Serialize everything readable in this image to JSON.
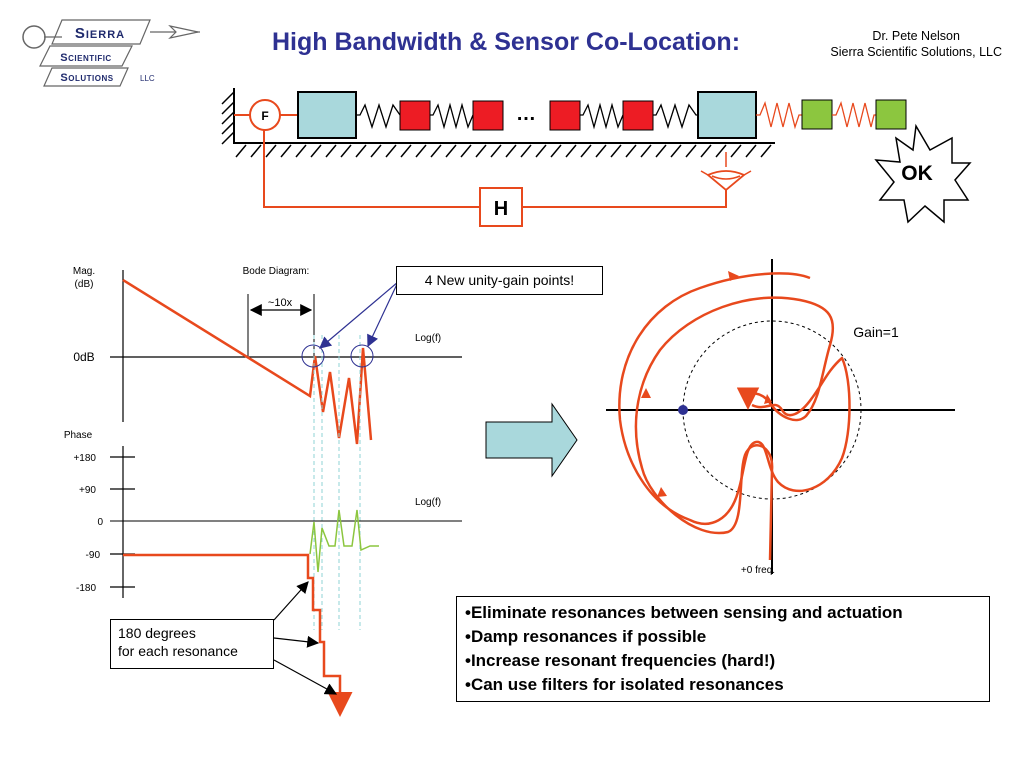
{
  "logo": {
    "line1": "Sierra",
    "line2": "Scientific",
    "line3": "Solutions",
    "llc": "LLC"
  },
  "header": {
    "title": "High Bandwidth & Sensor Co-Location:",
    "author": "Dr. Pete Nelson",
    "company": "Sierra Scientific Solutions, LLC"
  },
  "mechanism": {
    "force_label": "F",
    "ellipsis": "…",
    "controller_label": "H",
    "ok_label": "OK"
  },
  "bode": {
    "mag_label_1": "Mag.",
    "mag_label_2": "(dB)",
    "title": "Bode Diagram:",
    "decade": "~10x",
    "logf_mag": "Log(f)",
    "zero_db": "0dB",
    "phase_label": "Phase",
    "logf_phase": "Log(f)",
    "phase_ticks": [
      "+180",
      "+90",
      "0",
      "-90",
      "-180"
    ]
  },
  "callout": "4 New unity-gain points!",
  "note": {
    "line1": "180 degrees",
    "line2": "for each resonance"
  },
  "nyquist": {
    "gain_label": "Gain=1",
    "freq_label": "+0 freq."
  },
  "bullets": [
    "•Eliminate resonances between sensing and actuation",
    "•Damp resonances if possible",
    "•Increase resonant frequencies (hard!)",
    "•Can use filters for isolated resonances"
  ],
  "colors": {
    "title": "#2e3192",
    "trace": "#e8491d",
    "phase_resonance": "#8cc63f",
    "mass_blue": "#a9d8dc",
    "mass_red": "#ed1c24",
    "mass_green": "#8cc63f",
    "circle_marker": "#2e3192"
  }
}
